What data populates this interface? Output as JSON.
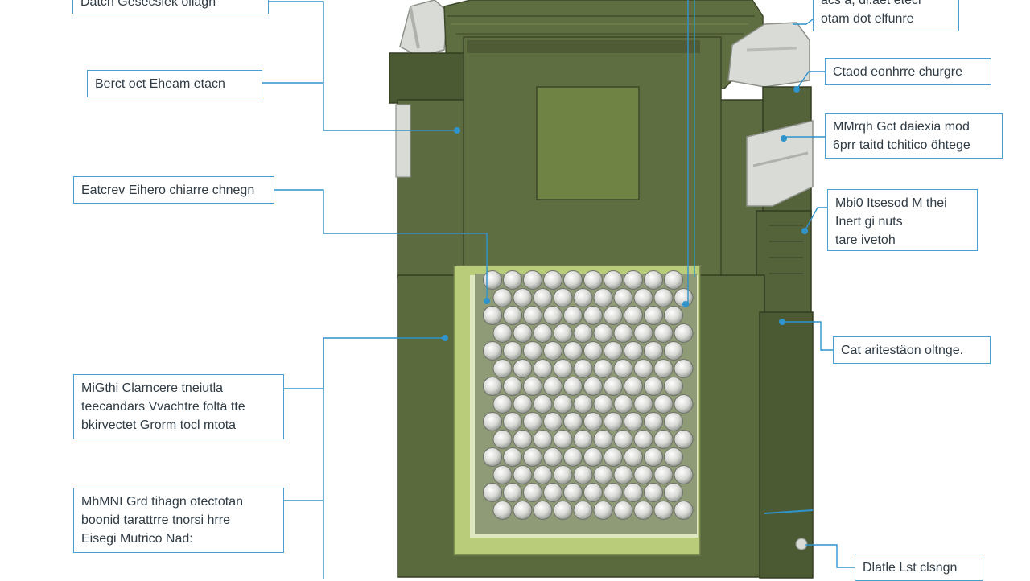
{
  "diagram": {
    "colors": {
      "leader_line": "#2f93cc",
      "callout_border": "#4a9fd0",
      "callout_text": "#2f3b45",
      "casing_dark": "#4c5a33",
      "casing_mid": "#5d6b40",
      "casing_light": "#6b7a4a",
      "window": "#6f8444",
      "cell_cavity_frame": "#b9cc7a",
      "side_clip": "#d9dbd7"
    },
    "callouts": [
      {
        "id": "c1",
        "lines": [
          "Datch Gesecsiek oliagn"
        ]
      },
      {
        "id": "c2",
        "lines": [
          "Berct oct Eheam etacn"
        ]
      },
      {
        "id": "c3",
        "lines": [
          "Eatcrev Eihero chiarre chnegn"
        ]
      },
      {
        "id": "c4",
        "lines": [
          "MiGthi Clarncere tneiutla",
          "teecandars Vvachtre foltä tte",
          "bkirvectet Grorm tocl mtota"
        ]
      },
      {
        "id": "c5",
        "lines": [
          "MhMNI Grd tihagn otectotan",
          "boonid tarattrre tnorsi hrre",
          "Eisegi Mutrico Nad:"
        ]
      },
      {
        "id": "c6",
        "lines": [
          "acs a, dl.aet etecl",
          "otam dot elfunre"
        ]
      },
      {
        "id": "c7",
        "lines": [
          "Ctaod eonhrre churgre"
        ]
      },
      {
        "id": "c8",
        "lines": [
          "MMrqh Gct daiexia mod",
          "6prr taitd tchitico öhtege"
        ]
      },
      {
        "id": "c9",
        "lines": [
          "Mbi0 Itsesod M thei",
          "Inert gi nuts",
          "tare ivetoh"
        ]
      },
      {
        "id": "c10",
        "lines": [
          "Cat aritestäon oltnge."
        ]
      },
      {
        "id": "c11",
        "lines": [
          "Dlatle Lst clsngn"
        ]
      }
    ]
  }
}
